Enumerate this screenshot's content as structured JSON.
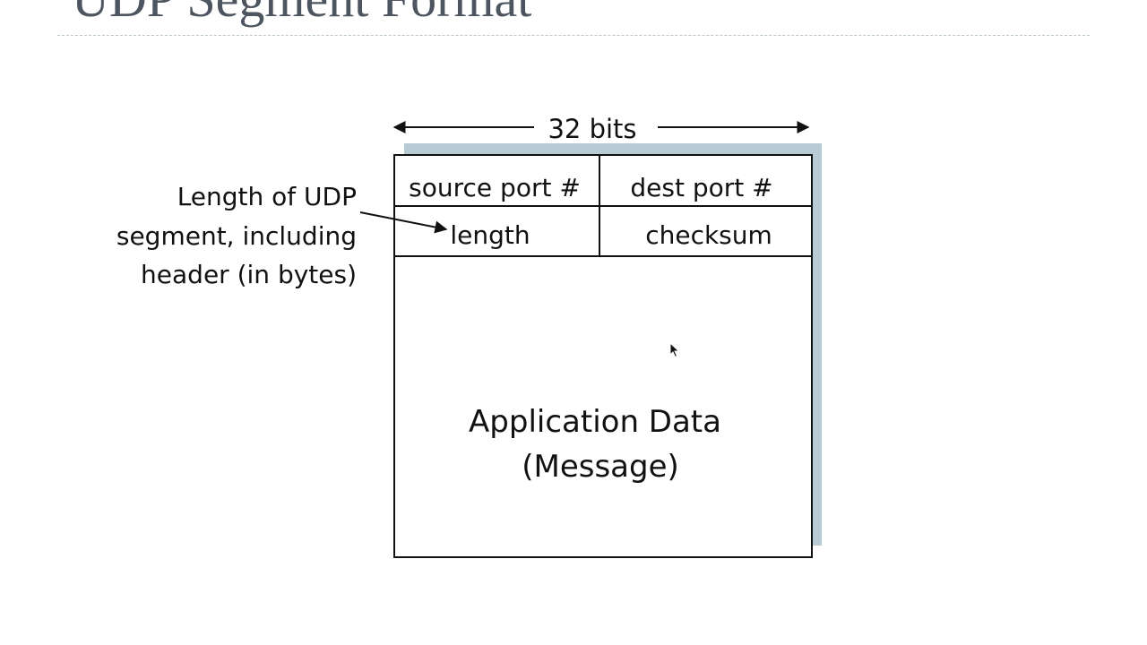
{
  "slide": {
    "title": "UDP Segment Format"
  },
  "diagram": {
    "width_label": "32 bits",
    "header_row_1": {
      "left": "source port #",
      "right": "dest port #"
    },
    "header_row_2": {
      "left": "length",
      "right": "checksum"
    },
    "body": {
      "line1": "Application Data",
      "line2": "(Message)"
    },
    "annotation": {
      "line1": "Length of UDP",
      "line2": "segment, including",
      "line3": "header (in bytes)"
    },
    "colors": {
      "shadow": "#b8cad3",
      "border": "#111111",
      "title": "#4d5560",
      "rule": "#b9c7cc"
    }
  },
  "icons": {
    "pointer": "mouse-cursor-icon"
  }
}
